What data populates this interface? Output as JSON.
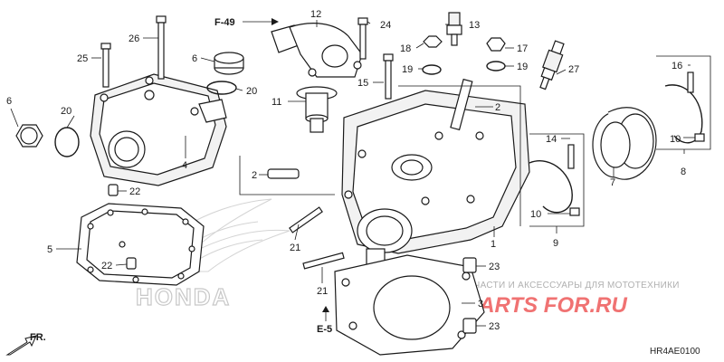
{
  "callouts": {
    "p1": "1",
    "p2a": "2",
    "p2b": "2",
    "p3": "3",
    "p4": "4",
    "p5": "5",
    "p6a": "6",
    "p6b": "6",
    "p7": "7",
    "p8": "8",
    "p9": "9",
    "p10a": "10",
    "p10b": "10",
    "p11": "11",
    "p12": "12",
    "p13": "13",
    "p14": "14",
    "p15": "15",
    "p16": "16",
    "p17": "17",
    "p18": "18",
    "p19a": "19",
    "p19b": "19",
    "p20a": "20",
    "p20b": "20",
    "p21a": "21",
    "p21b": "21",
    "p22a": "22",
    "p22b": "22",
    "p23a": "23",
    "p23b": "23",
    "p24": "24",
    "p25": "25",
    "p26": "26",
    "p27": "27"
  },
  "references": {
    "f49": "F-49",
    "e5": "E-5",
    "front": "FR."
  },
  "diagram_code": "HR4AE0100",
  "watermark": {
    "text": "ЗАПЧАСТИ И АКСЕССУАРЫ ДЛЯ МОТОТЕХНИКИ",
    "logo": "PARTS FOR.RU"
  },
  "brand_mark": "HONDA"
}
